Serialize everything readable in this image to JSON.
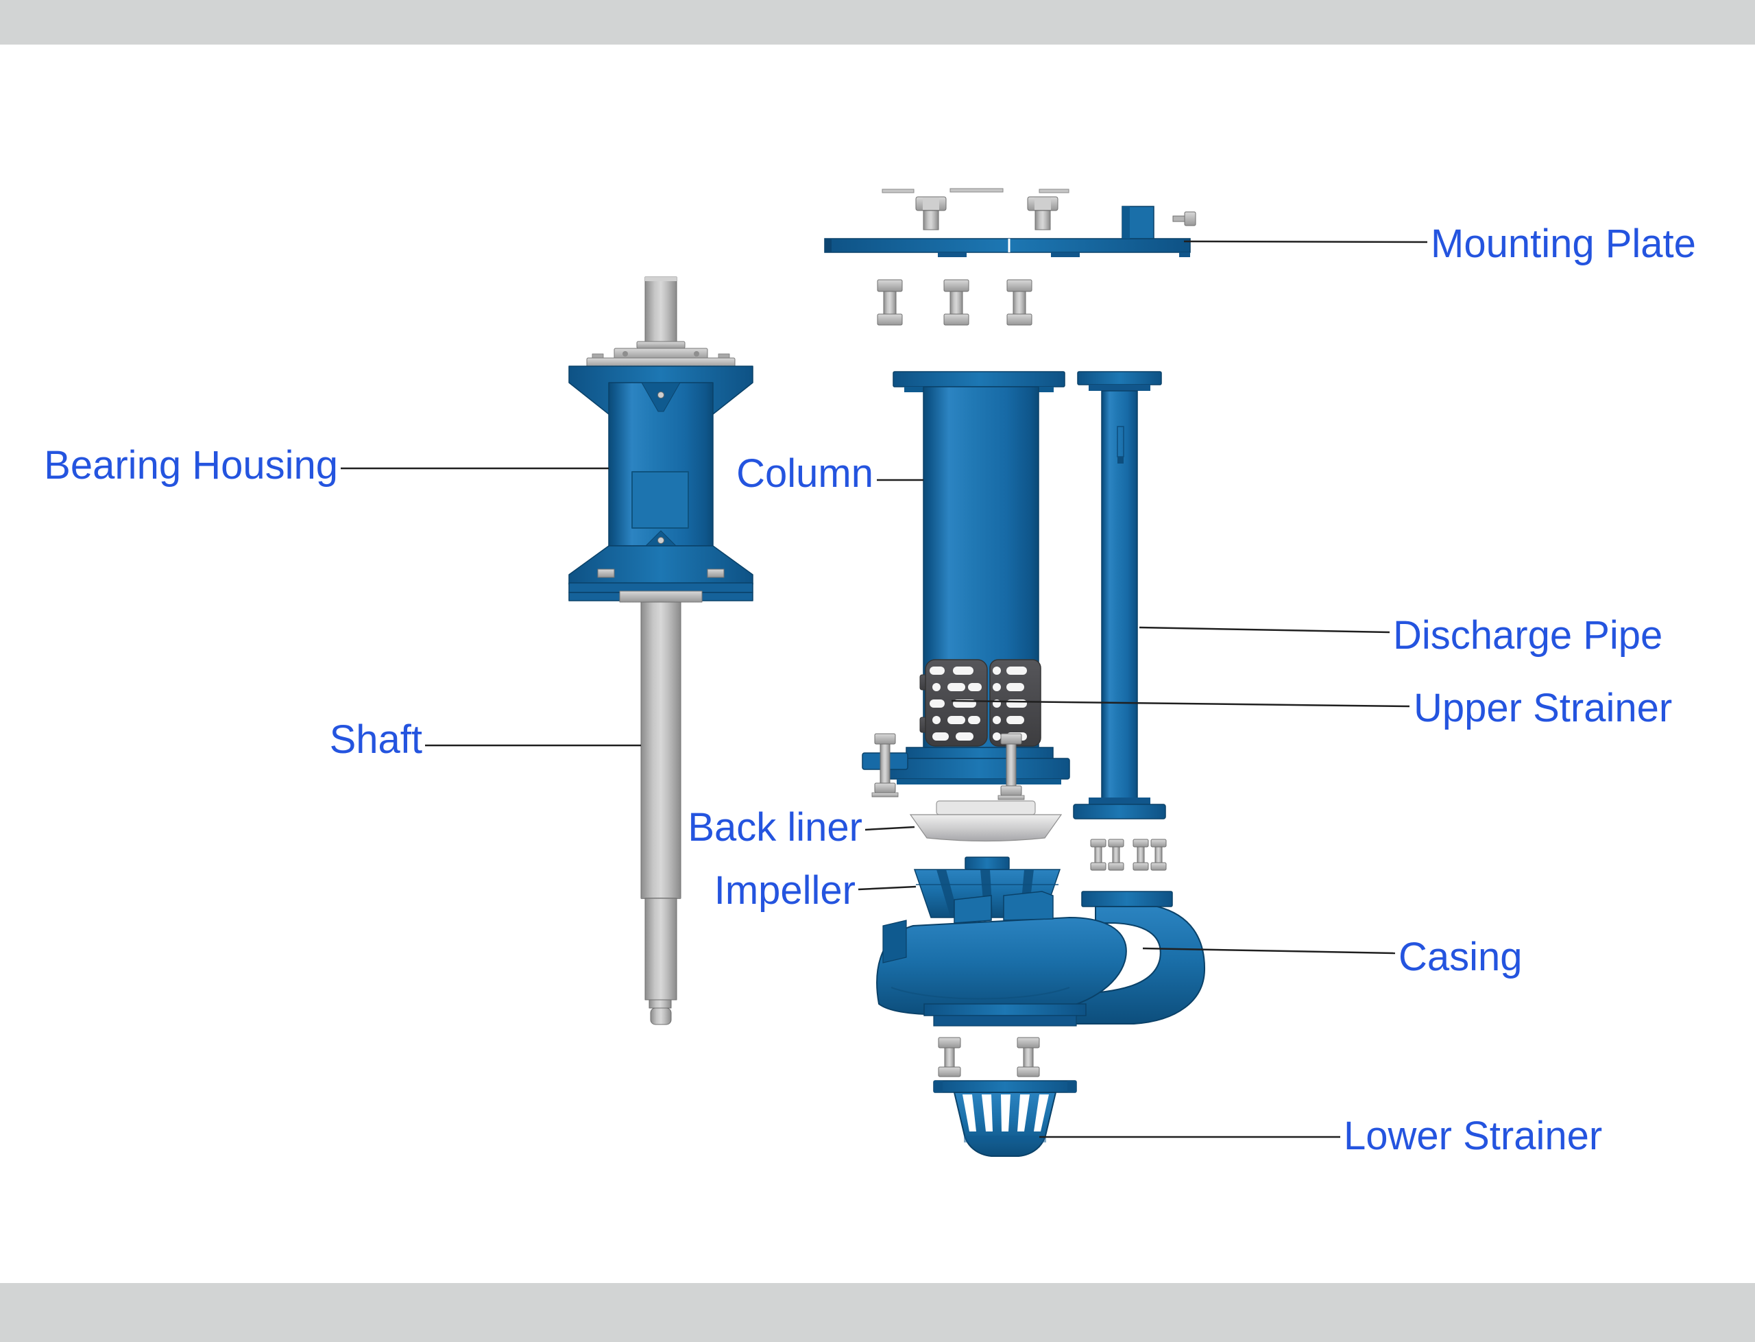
{
  "page": {
    "background_color": "#ffffff",
    "top_bar_color": "#d2d4d4",
    "bottom_bar_color": "#d2d4d4"
  },
  "diagram": {
    "title": "Vertical slurry pump exploded-view diagram",
    "label_text_color": "#2454df",
    "leader_line_color": "#1f1f1f",
    "part_colors": {
      "blue_main": "#1a6fa9",
      "blue_dark": "#0d4e7c",
      "blue_highlight": "#2c84c2",
      "blue_flange": "#1d77b3",
      "metal_gray": "#b8b8b8",
      "strainer_dark": "#4a4a4e",
      "back_liner_gray": "#d2d2d3"
    },
    "labels": {
      "mounting_plate": "Mounting Plate",
      "bearing_housing": "Bearing Housing",
      "column": "Column",
      "shaft": "Shaft",
      "discharge_pipe": "Discharge Pipe",
      "upper_strainer": "Upper Strainer",
      "back_liner": "Back liner",
      "impeller": "Impeller",
      "casing": "Casing",
      "lower_strainer": "Lower Strainer"
    }
  }
}
